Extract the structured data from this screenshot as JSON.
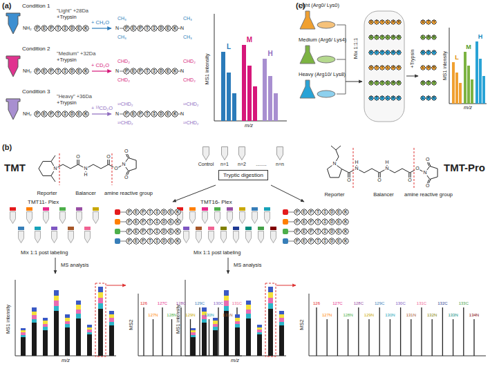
{
  "diagram": {
    "nodes": [
      {
        "text": [
          "Tryptic digestion"
        ]
      }
    ],
    "labels": [
      "(a)",
      "Condition 1",
      "\"Light\" +28Da",
      "+Trypsin",
      "NH₂",
      "PEPTIDEK",
      "+ CH₂O",
      "N",
      "CH₃",
      "CH₃",
      "PEPTIDEK",
      "N",
      "CH₃",
      "CH₃",
      "Condition 2",
      "\"Medium\" +32Da",
      "+Trypsin",
      "NH₂",
      "PEPTIDEK",
      "+ CD₂O",
      "N",
      "CHD₂",
      "CHD₂",
      "PEPTIDEK",
      "N",
      "CHD₂",
      "CHD₂",
      "Condition 3",
      "\"Heavy\" +36Da",
      "+Trypsin",
      "NH₂",
      "PEPTIDEK",
      "+ ¹³CD₂O",
      "N",
      "¹³CHD₂",
      "¹³CHD₂",
      "PEPTIDEK",
      "N",
      "¹³CHD₂",
      "¹³CHD₂",
      "MS1 intensity",
      "L",
      "M",
      "H",
      "m/z",
      "(c)",
      "Light (Arg0/ Lys0)",
      "Medium (Arg6/ Lys4)",
      "Heavy (Arg10/ Lys8)",
      "Mix 1:1:1",
      "GTYLAK",
      "GTYLAK",
      "GTYLAK",
      "GTYLAK",
      "GTYLAK",
      "GTYLAK",
      "+Trypsin",
      "GTY",
      "LAK",
      "GTY",
      "LAK",
      "GTY",
      "LAK",
      "MS1 intensity",
      "L",
      "M",
      "H",
      "m/z",
      "(b)",
      "Control",
      "n=1",
      "n=2",
      "........",
      "n=n",
      "TMT",
      "N",
      "N",
      "H",
      "O",
      "O",
      "O",
      "N",
      "O",
      "O",
      "Reporter",
      "Balancer",
      "amine reactive group",
      "TMT-Pro",
      "N",
      "O",
      "N",
      "H",
      "O",
      "N",
      "H",
      "O",
      "O",
      "N",
      "O",
      "O",
      "Reporter",
      "Balancer",
      "amine reactive group",
      "TMT11- Plex",
      "PEPTIDEK",
      "PEPTIDEK",
      "PEPTIDEK",
      "PEPTIDEK",
      "Mix 1:1 post labeling",
      "MS analysis",
      "MS1 intensity",
      "m/z",
      "MS2",
      "126",
      "127N",
      "127C",
      "128N",
      "128C",
      "129N",
      "129C",
      "130N",
      "130C",
      "131N",
      "131C",
      "TMT16- Plex",
      "PEPTIDEK",
      "PEPTIDEK",
      "PEPTIDEK",
      "PEPTIDEK",
      "Mix 1:1 post labeling",
      "MS analysis",
      "MS1 intensity",
      "m/z",
      "MS2",
      "126",
      "127N",
      "127C",
      "128N",
      "128C",
      "129N",
      "129C",
      "130N",
      "130C",
      "131N",
      "131C",
      "132N",
      "132C",
      "133N",
      "133C",
      "134N"
    ]
  }
}
